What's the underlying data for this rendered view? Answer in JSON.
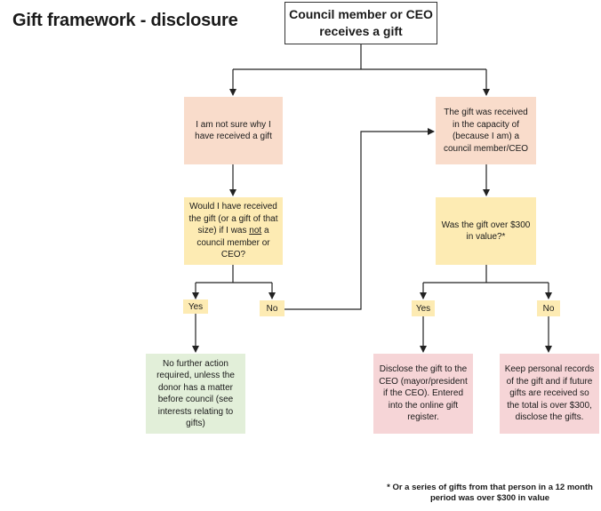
{
  "title": "Gift framework - disclosure",
  "start": "Council member or CEO receives a gift",
  "left": {
    "unsure": "I am not sure why I have received a gift",
    "question_pre": "Would I have received the gift (or a gift of that size) if I was ",
    "question_emph": "not",
    "question_post": " a council member or CEO?",
    "yes_label": "Yes",
    "no_label": "No",
    "outcome_yes": "No further action required, unless the donor has a matter before council (see interests relating to gifts)"
  },
  "right": {
    "capacity": "The gift was received in the capacity of (because I am) a council member/CEO",
    "question": "Was the gift over $300 in value?*",
    "yes_label": "Yes",
    "no_label": "No",
    "outcome_yes": "Disclose the gift to the CEO (mayor/president if the CEO). Entered into the online gift register.",
    "outcome_no": "Keep personal records of the gift and if future gifts are received so the total is over $300, disclose the gifts."
  },
  "footnote": "* Or a series of gifts from that person in a 12 month period was over $300 in value"
}
